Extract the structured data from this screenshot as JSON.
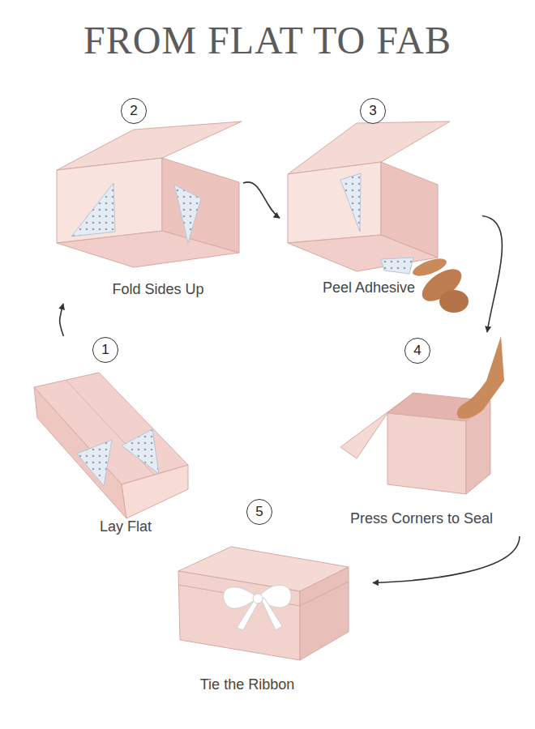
{
  "diagram": {
    "title": "FROM FLAT TO FAB",
    "nodes": [
      {
        "text": [
          "1",
          "Lay Flat"
        ]
      },
      {
        "text": [
          "2",
          "Fold Sides Up"
        ]
      },
      {
        "text": [
          "3",
          "Peel Adhesive"
        ]
      },
      {
        "text": [
          "4",
          "Press Corners to Seal"
        ]
      },
      {
        "text": [
          "5",
          "Tie the Ribbon"
        ]
      }
    ],
    "edges": [
      {
        "from": 0,
        "to": 1,
        "arrow": "to"
      },
      {
        "from": 1,
        "to": 2,
        "arrow": "to"
      },
      {
        "from": 2,
        "to": 3,
        "arrow": "to"
      },
      {
        "from": 3,
        "to": 4,
        "arrow": "to"
      }
    ]
  }
}
